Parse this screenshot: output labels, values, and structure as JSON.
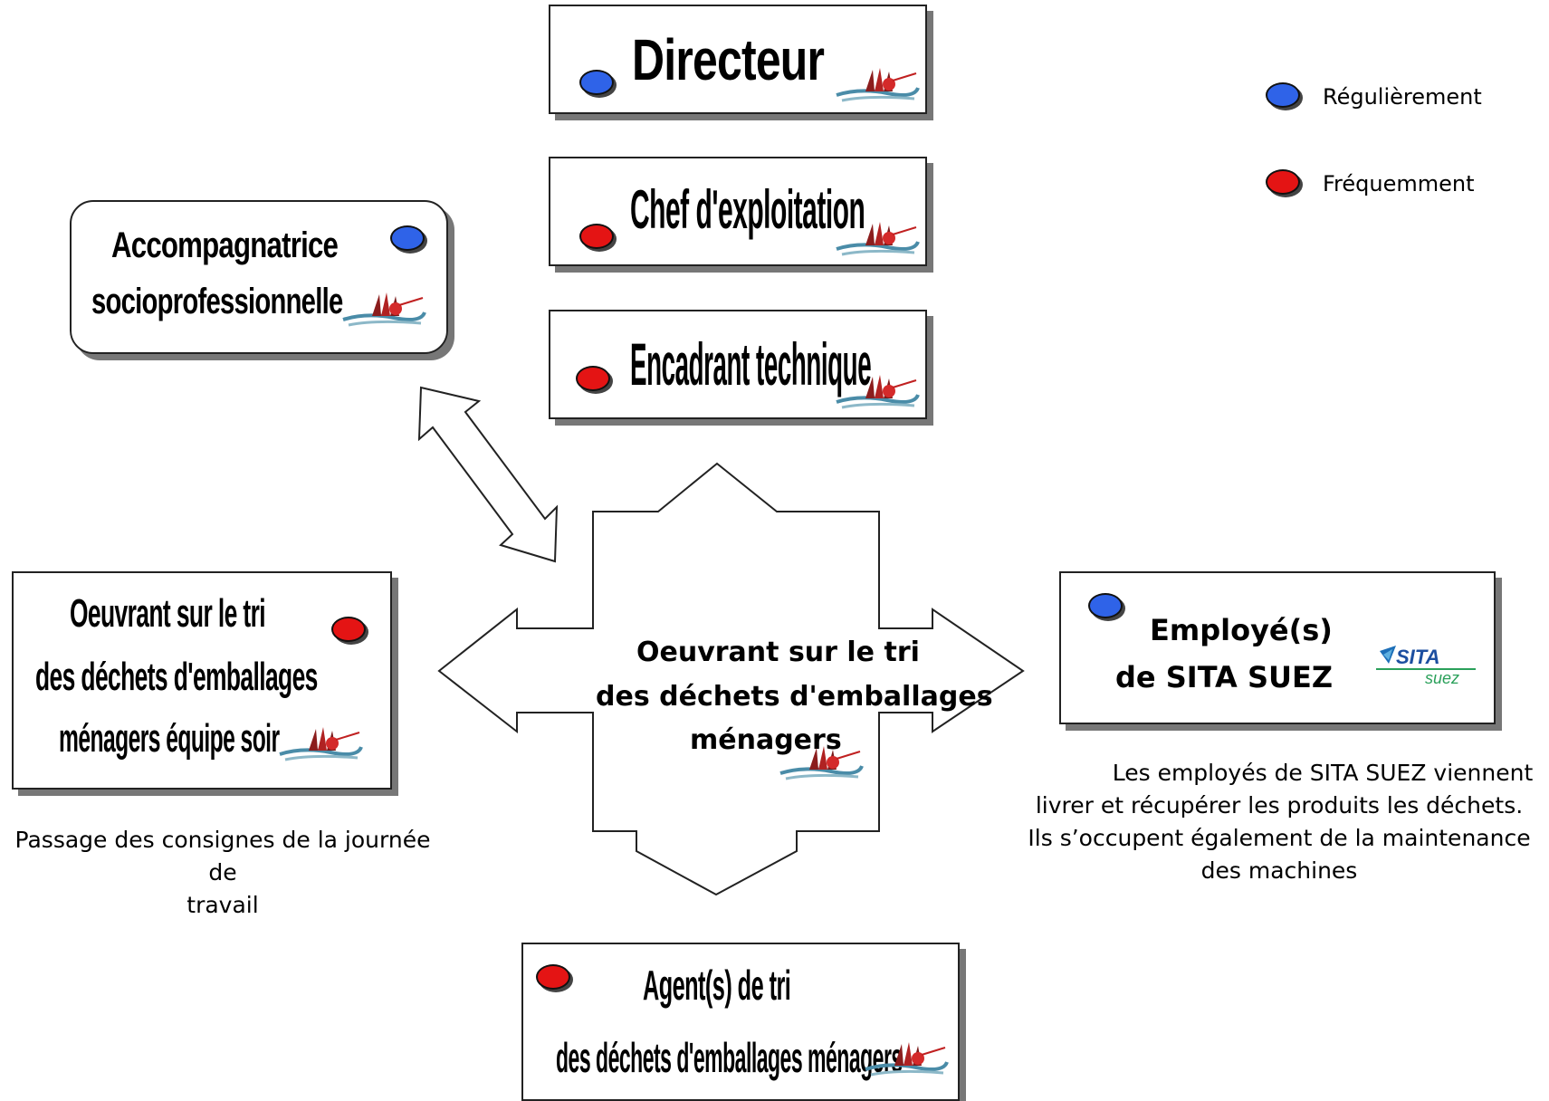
{
  "legend": {
    "regular": {
      "label": "Régulièrement",
      "color": "#2f63e8"
    },
    "frequent": {
      "label": "Fréquemment",
      "color": "#e41414"
    }
  },
  "nodes": {
    "directeur": {
      "label": "Directeur",
      "frequency": "regular"
    },
    "chef": {
      "label": "Chef d'exploitation",
      "frequency": "frequent"
    },
    "encadrant": {
      "label": "Encadrant technique",
      "frequency": "frequent"
    },
    "accompagnatrice": {
      "line1": "Accompagnatrice",
      "line2": "socioprofessionnelle",
      "frequency": "regular"
    },
    "equipe_soir": {
      "line1": "Oeuvrant sur le tri",
      "line2": "des déchets d'emballages",
      "line3": "ménagers équipe soir",
      "frequency": "frequent"
    },
    "center": {
      "line1": "Oeuvrant sur le tri",
      "line2": "des déchets d'emballages",
      "line3": "ménagers"
    },
    "sita": {
      "line1": "Employé(s)",
      "line2": "de SITA SUEZ",
      "frequency": "regular",
      "logo_line1": "SITA",
      "logo_line2": "suez"
    },
    "agents": {
      "line1": "Agent(s) de tri",
      "line2": "des déchets d'emballages ménagers",
      "frequency": "frequent"
    }
  },
  "notes": {
    "equipe_soir": {
      "line1": "Passage des consignes de la journée de",
      "line2": "travail"
    },
    "sita": {
      "line1": "Les employés de SITA SUEZ viennent",
      "line2": "livrer et récupérer les produits les déchets.",
      "line3": "Ils s’occupent également de la maintenance",
      "line4": "des machines"
    }
  },
  "icon_names": [
    "sailboat-logo-icon",
    "sita-suez-logo"
  ]
}
